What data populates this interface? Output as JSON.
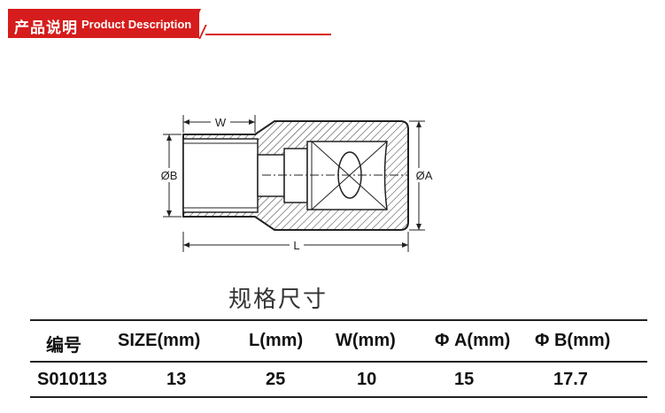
{
  "header": {
    "title_cn": "产品说明",
    "title_en": "Product Description",
    "accent": "#d61c1c"
  },
  "diagram": {
    "label_w": "W",
    "label_l": "L",
    "label_a": "ØA",
    "label_b": "ØB"
  },
  "spec_table": {
    "title": "规格尺寸",
    "headers": [
      "编号",
      "SIZE(mm)",
      "L(mm)",
      "W(mm)",
      "Φ A(mm)",
      "Φ B(mm)"
    ],
    "rows": [
      [
        "S010113",
        "13",
        "25",
        "10",
        "15",
        "17.7"
      ]
    ]
  }
}
